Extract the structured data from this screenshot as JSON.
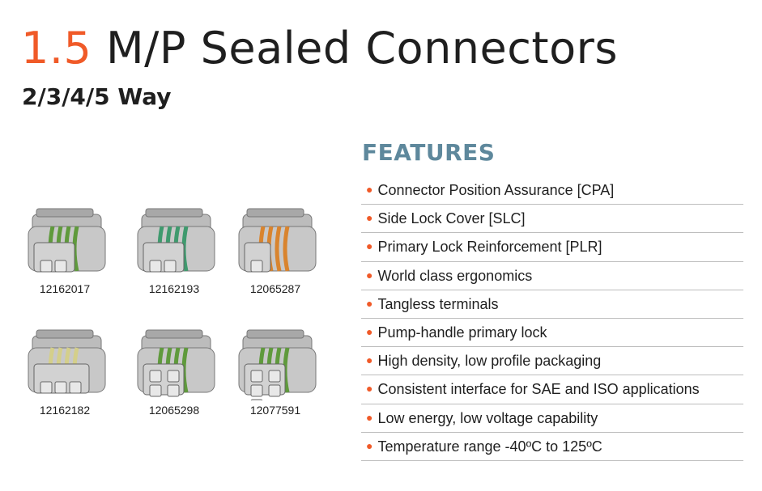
{
  "header": {
    "title_accent": "1.5",
    "title_rest": " M/P Sealed Connectors",
    "subtitle": "2/3/4/5 Way"
  },
  "features": {
    "heading": "FEATURES",
    "items": [
      "Connector Position Assurance [CPA]",
      "Side Lock Cover [SLC]",
      "Primary Lock Reinforcement [PLR]",
      "World class ergonomics",
      "Tangless terminals",
      "Pump-handle primary lock",
      "High density, low profile packaging",
      "Consistent interface for SAE and ISO applications",
      "Low energy, low voltage capability",
      "Temperature range -40ºC to 125ºC"
    ]
  },
  "products": [
    {
      "part": "12162017",
      "seal": "#5f9a3c",
      "cavities": 2
    },
    {
      "part": "12162193",
      "seal": "#3f9a6e",
      "cavities": 2
    },
    {
      "part": "12065287",
      "seal": "#d9842e",
      "cavities": 1
    },
    {
      "part": "12162182",
      "seal": "#d4cf8a",
      "cavities": 3
    },
    {
      "part": "12065298",
      "seal": "#5f9a3c",
      "cavities": 4
    },
    {
      "part": "12077591",
      "seal": "#5f9a3c",
      "cavities": 5
    }
  ],
  "colors": {
    "accent": "#f05a28",
    "heading": "#5e889c"
  }
}
